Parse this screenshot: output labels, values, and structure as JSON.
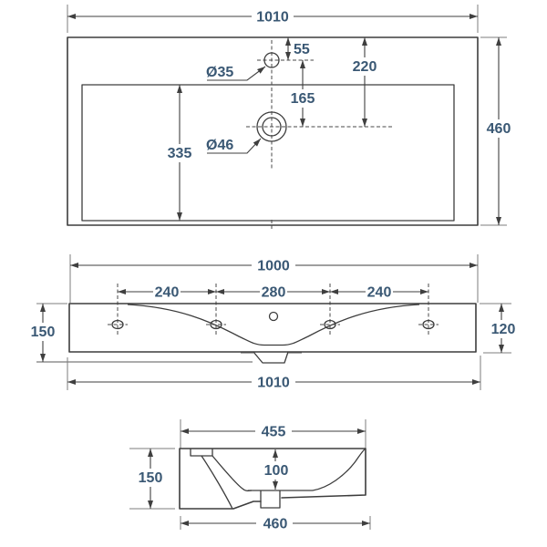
{
  "drawing": {
    "kind": "washbasin-technical-dimension-drawing",
    "colors": {
      "background": "#ffffff",
      "outline": "#3d3d3d",
      "dimension_line": "#3f3f3f",
      "extension_line": "#7d7d7d",
      "dimension_text": "#3a5874"
    },
    "plan": {
      "overall_width": "1010",
      "overall_depth": "460",
      "tap_hole_from_back": "55",
      "waste_from_back": "220",
      "tap_to_waste": "165",
      "bowl_depth": "335",
      "tap_hole_dia": "Ø35",
      "waste_hole_dia": "Ø46"
    },
    "front": {
      "fixing_width": "1000",
      "spacing_left": "240",
      "spacing_center": "280",
      "spacing_right": "240",
      "height_left": "150",
      "height_right": "120",
      "overall_width": "1010"
    },
    "side": {
      "top_depth": "455",
      "bowl_depth": "100",
      "height": "150",
      "base_depth": "460"
    }
  }
}
